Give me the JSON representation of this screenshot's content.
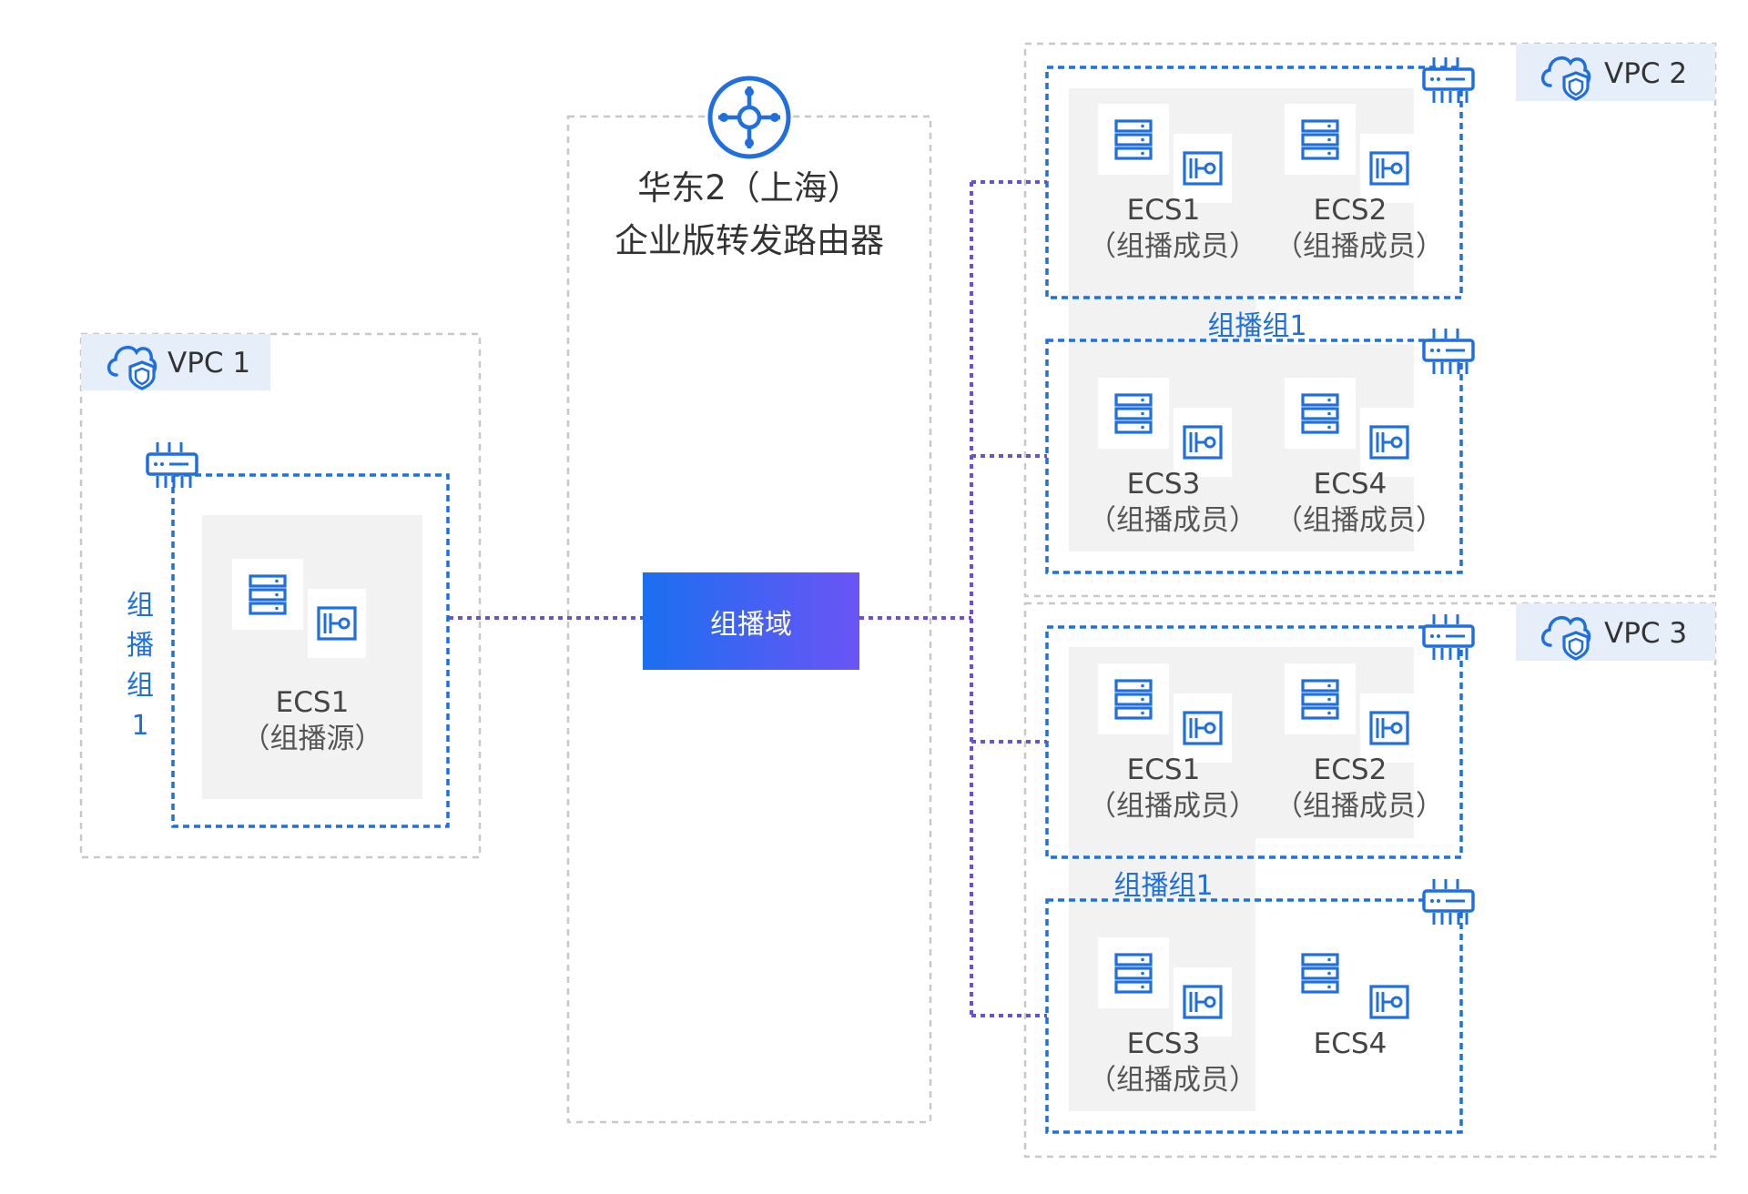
{
  "router": {
    "title_line1": "华东2（上海）",
    "title_line2": "企业版转发路由器",
    "icon": "router-hub-icon"
  },
  "multicast_domain": {
    "label": "组播域"
  },
  "vpc1": {
    "tag": "VPC 1",
    "group_label_chars": [
      "组",
      "播",
      "组",
      "1"
    ],
    "ecs": [
      {
        "name": "ECS1",
        "role": "（组播源）"
      }
    ]
  },
  "vpc2": {
    "tag": "VPC 2",
    "group_label": "组播组1",
    "ecs": [
      {
        "name": "ECS1",
        "role": "（组播成员）"
      },
      {
        "name": "ECS2",
        "role": "（组播成员）"
      },
      {
        "name": "ECS3",
        "role": "（组播成员）"
      },
      {
        "name": "ECS4",
        "role": "（组播成员）"
      }
    ]
  },
  "vpc3": {
    "tag": "VPC 3",
    "group_label": "组播组1",
    "ecs": [
      {
        "name": "ECS1",
        "role": "（组播成员）"
      },
      {
        "name": "ECS2",
        "role": "（组播成员）"
      },
      {
        "name": "ECS3",
        "role": "（组播成员）"
      },
      {
        "name": "ECS4",
        "role": ""
      }
    ]
  },
  "icons": {
    "cloud": "cloud-shield-icon",
    "server": "server-icon",
    "eni": "network-interface-icon",
    "switch": "vswitch-icon"
  },
  "colors": {
    "accent_blue": "#1f6fe0",
    "link_purple": "#6a4fd8",
    "gray_border": "#c8c8c8",
    "panel_gray": "#f2f2f2",
    "tag_bg": "#e6eef9"
  }
}
